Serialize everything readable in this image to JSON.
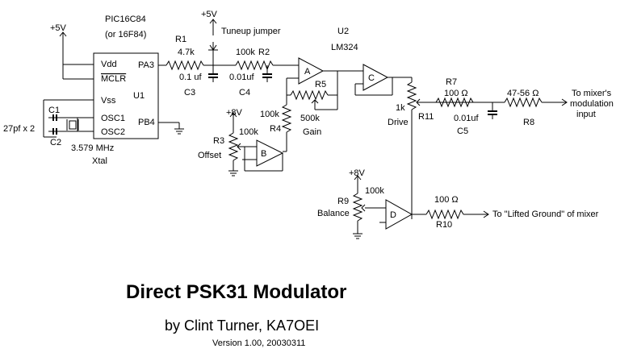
{
  "labels": {
    "supply_5v_left": "+5V",
    "ic_part": "PIC16C84",
    "ic_alt": "(or 16F84)",
    "pin_vdd": "Vdd",
    "pin_mclr": "MCLR",
    "pin_vss": "Vss",
    "pin_osc1": "OSC1",
    "pin_osc2": "OSC2",
    "pin_pa3": "PA3",
    "pin_pb4": "PB4",
    "u1": "U1",
    "c1": "C1",
    "c2": "C2",
    "cap_value": "27pf x 2",
    "xtal_freq": "3.579 MHz",
    "xtal": "Xtal",
    "r1": "R1",
    "r1_value": "4.7k",
    "supply_5v_top": "+5V",
    "tuneup": "Tuneup jumper",
    "c3_value": "0.1 uf",
    "c3": "C3",
    "r2_value": "100k",
    "r2": "R2",
    "c4_value": "0.01uf",
    "c4": "C4",
    "u2": "U2",
    "u2_part": "LM324",
    "opamp_a": "A",
    "opamp_b": "B",
    "opamp_c": "C",
    "opamp_d": "D",
    "r5": "R5",
    "r4_value": "100k",
    "r4": "R4",
    "r5_value": "500k",
    "gain": "Gain",
    "supply_8v_1": "+8V",
    "r3": "R3",
    "r3_value": "100k",
    "offset": "Offset",
    "r7": "R7",
    "r7_value": "100 Ω",
    "r8_value": "47-56 Ω",
    "r8": "R8",
    "mixer_mod_1": "To mixer's",
    "mixer_mod_2": "modulation",
    "mixer_mod_3": "input",
    "r11_value": "1k",
    "drive": "Drive",
    "r11": "R11",
    "c5_value": "0.01uf",
    "c5": "C5",
    "supply_8v_2": "+8V",
    "r9_value": "100k",
    "r9": "R9",
    "balance": "Balance",
    "r10_value": "100 Ω",
    "r10": "R10",
    "lifted_ground": "To \"Lifted Ground\" of mixer"
  },
  "footer": {
    "title": "Direct PSK31 Modulator",
    "author": "by Clint Turner, KA7OEI",
    "version": "Version 1.00, 20030311"
  }
}
